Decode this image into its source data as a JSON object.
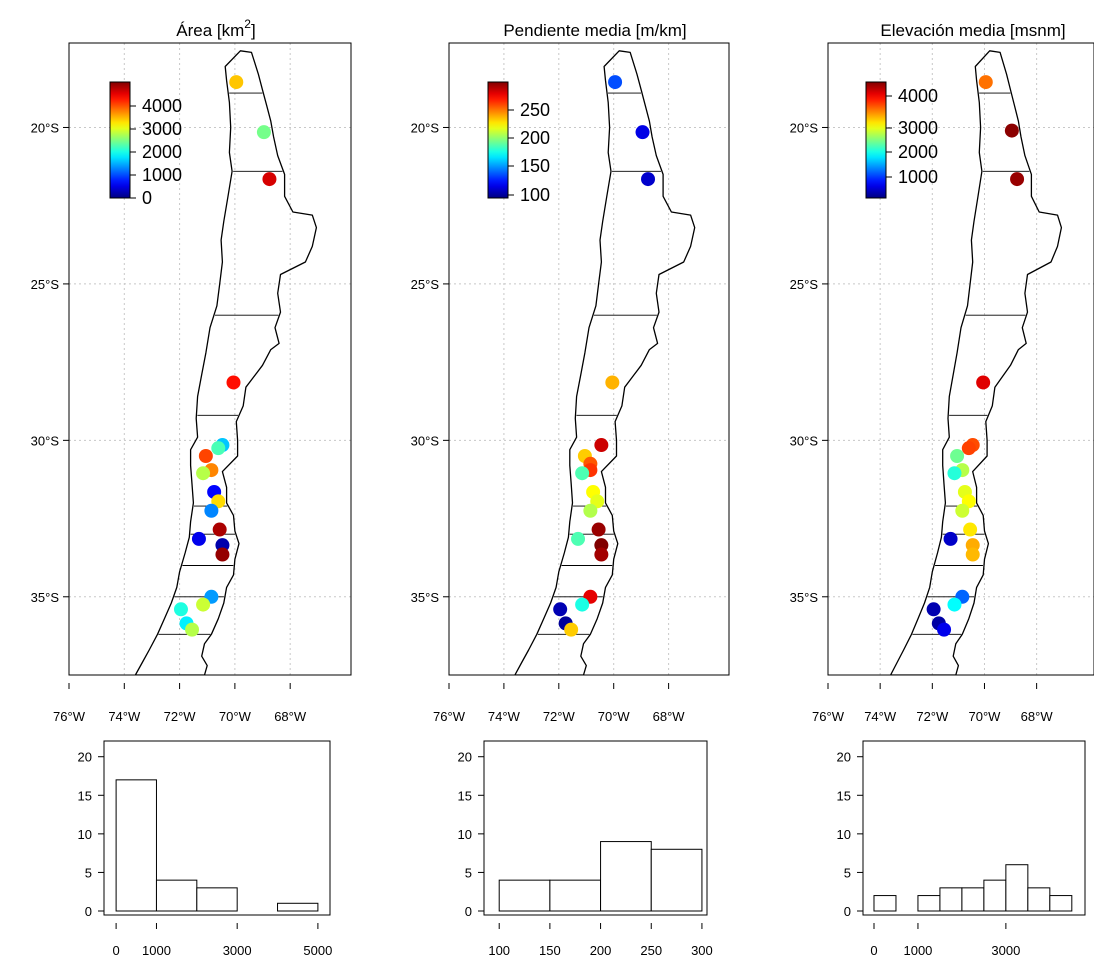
{
  "chart_data": [
    {
      "type": "scatter",
      "title": "Área [km²]",
      "title_main": "Área [km",
      "title_sup": "2",
      "title_end": "]",
      "x_ticks": [
        "76°W",
        "74°W",
        "72°W",
        "70°W",
        "68°W"
      ],
      "y_ticks": [
        "20°S",
        "25°S",
        "30°S",
        "35°S"
      ],
      "colorbar": {
        "ticks": [
          0,
          1000,
          2000,
          3000,
          4000
        ],
        "min": 0,
        "max": 4700
      },
      "points": [
        {
          "lon": -69.95,
          "lat": -18.55,
          "value": 3200
        },
        {
          "lon": -68.95,
          "lat": -20.15,
          "value": 2300
        },
        {
          "lon": -68.75,
          "lat": -21.65,
          "value": 4300
        },
        {
          "lon": -70.05,
          "lat": -28.15,
          "value": 4050
        },
        {
          "lon": -70.45,
          "lat": -30.15,
          "value": 1500
        },
        {
          "lon": -70.6,
          "lat": -30.25,
          "value": 2100
        },
        {
          "lon": -71.05,
          "lat": -30.5,
          "value": 3800
        },
        {
          "lon": -70.85,
          "lat": -30.95,
          "value": 3500
        },
        {
          "lon": -71.15,
          "lat": -31.05,
          "value": 2600
        },
        {
          "lon": -70.75,
          "lat": -31.65,
          "value": 600
        },
        {
          "lon": -70.6,
          "lat": -31.95,
          "value": 3100
        },
        {
          "lon": -70.85,
          "lat": -32.25,
          "value": 1200
        },
        {
          "lon": -70.55,
          "lat": -32.85,
          "value": 4500
        },
        {
          "lon": -71.3,
          "lat": -33.15,
          "value": 500
        },
        {
          "lon": -70.45,
          "lat": -33.35,
          "value": 200
        },
        {
          "lon": -70.45,
          "lat": -33.65,
          "value": 4600
        },
        {
          "lon": -70.85,
          "lat": -35.0,
          "value": 1300
        },
        {
          "lon": -71.15,
          "lat": -35.25,
          "value": 2700
        },
        {
          "lon": -71.95,
          "lat": -35.4,
          "value": 1900
        },
        {
          "lon": -71.75,
          "lat": -35.85,
          "value": 1700
        },
        {
          "lon": -71.55,
          "lat": -36.05,
          "value": 2600
        }
      ],
      "histogram": {
        "x_ticks": [
          0,
          1000,
          3000,
          5000
        ],
        "y_ticks": [
          0,
          5,
          10,
          15,
          20
        ],
        "xlim": [
          -300,
          5300
        ],
        "ylim": [
          0,
          21
        ],
        "bins": [
          [
            0,
            1000
          ],
          [
            1000,
            2000
          ],
          [
            2000,
            3000
          ],
          [
            3000,
            4000
          ],
          [
            4000,
            5000
          ]
        ],
        "counts": [
          17,
          4,
          3,
          0,
          1
        ]
      }
    },
    {
      "type": "scatter",
      "title": "Pendiente media [m/km]",
      "x_ticks": [
        "76°W",
        "74°W",
        "72°W",
        "70°W",
        "68°W"
      ],
      "y_ticks": [
        "20°S",
        "25°S",
        "30°S",
        "35°S"
      ],
      "colorbar": {
        "ticks": [
          100,
          150,
          200,
          250
        ],
        "min": 90,
        "max": 290
      },
      "points": [
        {
          "lon": -69.95,
          "lat": -18.55,
          "value": 130
        },
        {
          "lon": -68.95,
          "lat": -20.15,
          "value": 110
        },
        {
          "lon": -68.75,
          "lat": -21.65,
          "value": 105
        },
        {
          "lon": -70.05,
          "lat": -28.15,
          "value": 230
        },
        {
          "lon": -70.45,
          "lat": -30.15,
          "value": 275
        },
        {
          "lon": -71.05,
          "lat": -30.5,
          "value": 225
        },
        {
          "lon": -70.85,
          "lat": -30.75,
          "value": 248
        },
        {
          "lon": -70.85,
          "lat": -30.95,
          "value": 255
        },
        {
          "lon": -71.15,
          "lat": -31.05,
          "value": 180
        },
        {
          "lon": -70.75,
          "lat": -31.65,
          "value": 215
        },
        {
          "lon": -70.6,
          "lat": -31.95,
          "value": 210
        },
        {
          "lon": -70.85,
          "lat": -32.25,
          "value": 200
        },
        {
          "lon": -70.55,
          "lat": -32.85,
          "value": 285
        },
        {
          "lon": -71.3,
          "lat": -33.15,
          "value": 180
        },
        {
          "lon": -70.45,
          "lat": -33.35,
          "value": 290
        },
        {
          "lon": -70.45,
          "lat": -33.65,
          "value": 283
        },
        {
          "lon": -70.85,
          "lat": -35.0,
          "value": 270
        },
        {
          "lon": -71.15,
          "lat": -35.25,
          "value": 170
        },
        {
          "lon": -71.95,
          "lat": -35.4,
          "value": 100
        },
        {
          "lon": -71.75,
          "lat": -35.85,
          "value": 95
        },
        {
          "lon": -71.55,
          "lat": -36.05,
          "value": 225
        }
      ],
      "histogram": {
        "x_ticks": [
          100,
          150,
          200,
          250,
          300
        ],
        "y_ticks": [
          0,
          5,
          10,
          15,
          20
        ],
        "xlim": [
          85,
          305
        ],
        "ylim": [
          0,
          21
        ],
        "bins": [
          [
            100,
            150
          ],
          [
            150,
            200
          ],
          [
            200,
            250
          ],
          [
            250,
            300
          ]
        ],
        "counts": [
          4,
          4,
          9,
          8
        ]
      }
    },
    {
      "type": "scatter",
      "title": "Elevación media [msnm]",
      "x_ticks": [
        "76°W",
        "74°W",
        "72°W",
        "70°W",
        "68°W"
      ],
      "y_ticks": [
        "20°S",
        "25°S",
        "30°S",
        "35°S"
      ],
      "colorbar": {
        "ticks": [
          1000,
          2000,
          3000,
          4000
        ],
        "min": 250,
        "max": 4500
      },
      "points": [
        {
          "lon": -69.95,
          "lat": -18.55,
          "value": 3500
        },
        {
          "lon": -68.95,
          "lat": -20.1,
          "value": 4450
        },
        {
          "lon": -68.75,
          "lat": -21.65,
          "value": 4400
        },
        {
          "lon": -70.05,
          "lat": -28.15,
          "value": 4100
        },
        {
          "lon": -70.45,
          "lat": -30.15,
          "value": 3650
        },
        {
          "lon": -70.6,
          "lat": -30.25,
          "value": 3700
        },
        {
          "lon": -71.05,
          "lat": -30.5,
          "value": 2300
        },
        {
          "lon": -70.85,
          "lat": -30.95,
          "value": 2600
        },
        {
          "lon": -71.15,
          "lat": -31.05,
          "value": 2000
        },
        {
          "lon": -70.75,
          "lat": -31.65,
          "value": 2800
        },
        {
          "lon": -70.6,
          "lat": -31.95,
          "value": 2900
        },
        {
          "lon": -70.85,
          "lat": -32.25,
          "value": 2700
        },
        {
          "lon": -70.55,
          "lat": -32.85,
          "value": 3000
        },
        {
          "lon": -71.3,
          "lat": -33.15,
          "value": 550
        },
        {
          "lon": -70.45,
          "lat": -33.35,
          "value": 3250
        },
        {
          "lon": -70.45,
          "lat": -33.65,
          "value": 3200
        },
        {
          "lon": -70.85,
          "lat": -35.0,
          "value": 1200
        },
        {
          "lon": -71.15,
          "lat": -35.25,
          "value": 1850
        },
        {
          "lon": -71.95,
          "lat": -35.4,
          "value": 450
        },
        {
          "lon": -71.75,
          "lat": -35.85,
          "value": 400
        },
        {
          "lon": -71.55,
          "lat": -36.05,
          "value": 700
        }
      ],
      "histogram": {
        "x_ticks": [
          0,
          1000,
          3000
        ],
        "y_ticks": [
          0,
          5,
          10,
          15,
          20
        ],
        "xlim": [
          -250,
          4800
        ],
        "ylim": [
          0,
          21
        ],
        "bins": [
          [
            0,
            500
          ],
          [
            500,
            1000
          ],
          [
            1000,
            1500
          ],
          [
            1500,
            2000
          ],
          [
            2000,
            2500
          ],
          [
            2500,
            3000
          ],
          [
            3000,
            3500
          ],
          [
            3500,
            4000
          ],
          [
            4000,
            4500
          ]
        ],
        "counts": [
          2,
          0,
          2,
          3,
          3,
          4,
          6,
          3,
          2
        ]
      }
    }
  ]
}
